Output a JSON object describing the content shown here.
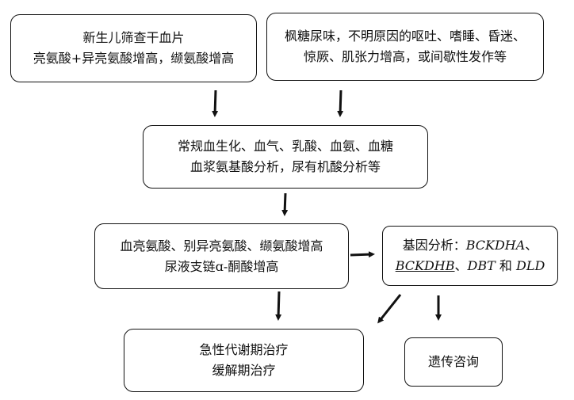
{
  "boxes": {
    "screening": {
      "line1": "新生儿筛查干血片",
      "line2": "亮氨酸+异亮氨酸增高，缬氨酸增高"
    },
    "symptoms": {
      "line1": "枫糖尿味，不明原因的呕吐、嗜睡、昏迷、",
      "line2": "惊厥、肌张力增高，或间歇性发作等"
    },
    "routine_tests": {
      "line1": "常规血生化、血气、乳酸、血氨、血糖",
      "line2": "血浆氨基酸分析，尿有机酸分析等"
    },
    "amino_results": {
      "line1": "血亮氨酸、别异亮氨酸、缬氨酸增高",
      "line2": "尿液支链ɑ-酮酸增高"
    },
    "gene_analysis": {
      "prefix": "基因分析：",
      "gene1": "BCKDHA",
      "sep1": "、",
      "gene2": "BCKDHB",
      "sep2": "、",
      "gene3": "DBT",
      "and": " 和 ",
      "gene4": "DLD"
    },
    "treatment": {
      "line1": "急性代谢期治疗",
      "line2": "缓解期治疗"
    },
    "counseling": {
      "line1": "遗传咨询"
    }
  }
}
